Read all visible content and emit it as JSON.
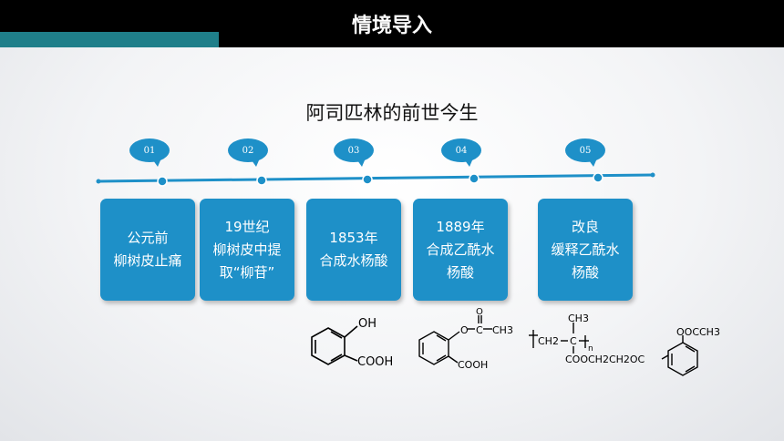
{
  "header": {
    "title": "情境导入"
  },
  "subtitle": "阿司匹林的前世今生",
  "milestones": [
    {
      "num": "01",
      "lines": [
        "公元前",
        "柳树皮止痛"
      ]
    },
    {
      "num": "02",
      "lines": [
        "19世纪",
        "柳树皮中提",
        "取“柳苷”"
      ]
    },
    {
      "num": "03",
      "lines": [
        "1853年",
        "合成水杨酸"
      ]
    },
    {
      "num": "04",
      "lines": [
        "1889年",
        "合成乙酰水",
        "杨酸"
      ]
    },
    {
      "num": "05",
      "lines": [
        "改良",
        "缓释乙酰水",
        "杨酸"
      ]
    }
  ],
  "structures": {
    "salicylic": {
      "oh": "OH",
      "cooh": "COOH"
    },
    "aspirin": {
      "o": "O",
      "c": "C",
      "ch3": "CH3",
      "o_top": "O",
      "cooh": "COOH"
    },
    "polymer": {
      "ch3": "CH3",
      "ch2": "CH2",
      "c": "C",
      "n": "n",
      "chain": "COOCH2CH2OC",
      "occh3": "OOCCH3"
    }
  },
  "colors": {
    "accent": "#1e90c8",
    "header_bg": "#000000",
    "teal": "#1f7f8a"
  }
}
